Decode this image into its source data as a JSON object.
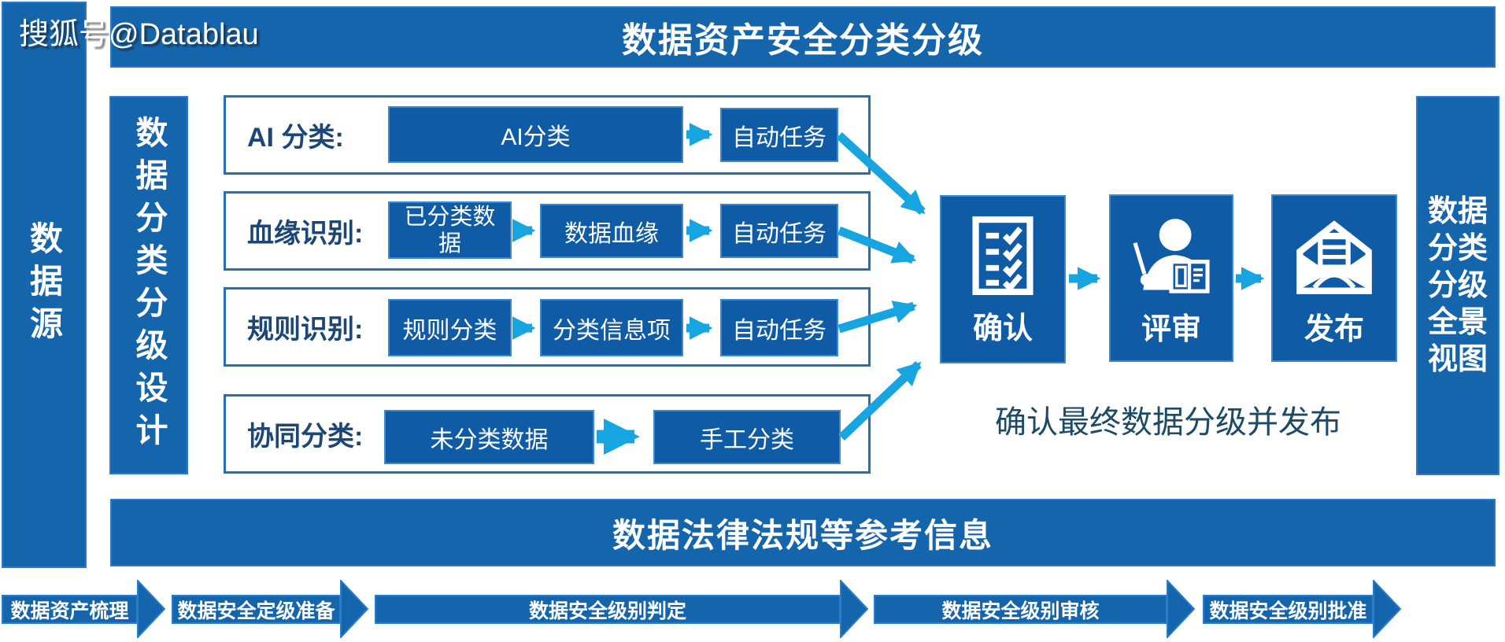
{
  "watermark": "搜狐号@Datablau",
  "header": {
    "title": "数据资产安全分类分级"
  },
  "left_bar": {
    "label": "数据源"
  },
  "design_bar": {
    "label": "数据分类分级设计"
  },
  "right_bar": {
    "label": "数据分类分级全景视图",
    "lines": [
      "数据",
      "分类",
      "分级",
      "全景",
      "视图"
    ]
  },
  "rows": [
    {
      "label": "AI 分类:",
      "boxes": [
        "AI分类",
        "自动任务"
      ]
    },
    {
      "label": "血缘识别:",
      "boxes": [
        "已分类数据",
        "数据血缘",
        "自动任务"
      ]
    },
    {
      "label": "规则识别:",
      "boxes": [
        "规则分类",
        "分类信息项",
        "自动任务"
      ]
    },
    {
      "label": "协同分类:",
      "boxes": [
        "未分类数据",
        "手工分类"
      ]
    }
  ],
  "stages": [
    {
      "label": "确认",
      "icon": "checklist-icon"
    },
    {
      "label": "评审",
      "icon": "reviewer-icon"
    },
    {
      "label": "发布",
      "icon": "publish-envelope-icon"
    }
  ],
  "note": "确认最终数据分级并发布",
  "bottom_bar": {
    "title": "数据法律法规等参考信息"
  },
  "process_steps": [
    "数据资产梳理",
    "数据安全定级准备",
    "数据安全级别判定",
    "数据安全级别审核",
    "数据安全级别批准"
  ],
  "colors": {
    "bar_fill": "#1565ad",
    "bar_border": "#2b7dcb",
    "box_fill": "#0f5ba6",
    "box_border": "#3a8ad2",
    "outline_border": "#2470b8",
    "arrow": "#16a5e0",
    "label_text": "#1b4778",
    "note_text": "#1c4a67",
    "text_on_blue": "#ffffff"
  }
}
